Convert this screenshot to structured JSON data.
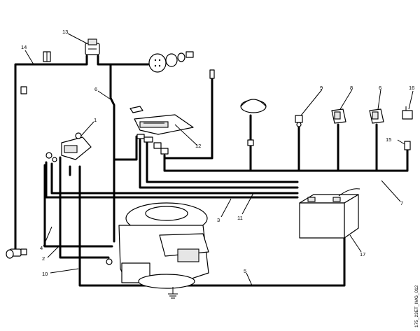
{
  "callouts": {
    "c1": "1",
    "c2": "2",
    "c3": "3",
    "c4": "4",
    "c5": "5",
    "c6": "6",
    "c7": "7",
    "c8": "8",
    "c9": "9",
    "c10": "10",
    "c11": "11",
    "c12": "12",
    "c13": "13",
    "c14": "14",
    "c15": "15",
    "c16": "16",
    "c17": "17",
    "c6b": "6"
  },
  "reference_code": "175_23ET_IMG_012",
  "colors": {
    "line": "#000000",
    "background": "#ffffff",
    "shade": "#e6e6e6"
  }
}
